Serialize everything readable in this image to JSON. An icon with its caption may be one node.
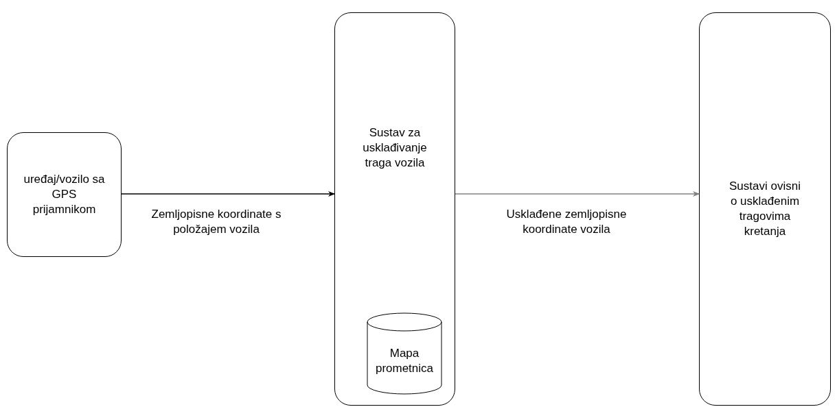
{
  "diagram": {
    "nodes": [
      {
        "text": [
          "uređaj/vozilo sa GPS prijamnikom"
        ]
      },
      {
        "text": [
          "Sustav za usklađivanje traga vozila"
        ]
      },
      {
        "text": [
          "Mapa prometnica"
        ],
        "in": 1
      },
      {
        "text": [
          "Sustavi ovisni o usklađenim tragovima kretanja"
        ]
      }
    ],
    "edges": [
      {
        "from": 0,
        "to": 1,
        "arrow": "to",
        "label": "Zemljopisne koordinate s položajem vozila"
      },
      {
        "from": 1,
        "to": 3,
        "arrow": "to",
        "label": "Usklađene zemljopisne koordinate vozila",
        "color": "#808080"
      }
    ]
  }
}
